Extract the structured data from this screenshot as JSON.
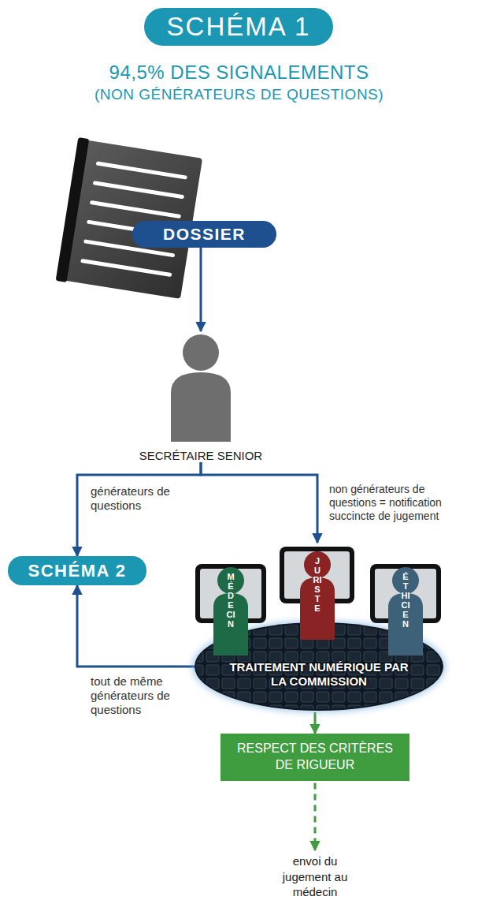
{
  "diagram": {
    "title": "SCHÉMA 1",
    "nodes": [
      {
        "text": [
          "DOSSIER"
        ]
      },
      {
        "text": [
          "SECRÉTAIRE SENIOR"
        ]
      },
      {
        "text": [
          "SCHÉMA 2"
        ]
      },
      {
        "text": [
          "TRAITEMENT NUMÉRIQUE PAR LA COMMISSION"
        ]
      },
      {
        "text": [
          "MÉDECIN"
        ],
        "in": 3
      },
      {
        "text": [
          "JURISTE"
        ],
        "in": 3
      },
      {
        "text": [
          "ÉTHICIEN"
        ],
        "in": 3
      },
      {
        "text": [
          "RESPECT DES CRITÈRES DE RIGUEUR"
        ]
      },
      {
        "text": [
          "envoi du jugement au médecin"
        ]
      }
    ],
    "edges": [
      {
        "from": 0,
        "to": 1,
        "arrow": "to"
      },
      {
        "from": 1,
        "to": 2,
        "label": "générateurs de questions",
        "arrow": "to"
      },
      {
        "from": 1,
        "to": 3,
        "label": "non générateurs de questions = notification succincte de jugement",
        "arrow": "to"
      },
      {
        "from": 3,
        "to": 2,
        "label": "tout de même générateurs de questions",
        "arrow": "to"
      },
      {
        "from": 3,
        "to": 7,
        "arrow": "to"
      },
      {
        "from": 7,
        "to": 8,
        "arrow": "to"
      }
    ],
    "labels": [
      "94,5% DES SIGNALEMENTS",
      "(NON GÉNÉRATEURS DE QUESTIONS)"
    ]
  }
}
